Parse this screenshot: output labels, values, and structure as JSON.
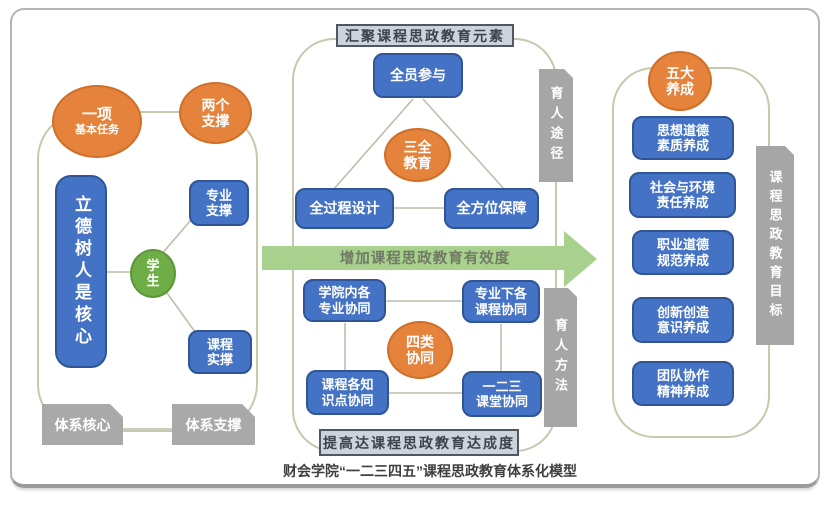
{
  "caption": "财会学院“一二三四五”课程思政教育体系化模型",
  "colors": {
    "box_blue": "#4472c4",
    "box_blue_border": "#2f5597",
    "ellipse_orange": "#e5823b",
    "student_green": "#6fae47",
    "arrow_green": "#a9d18e",
    "tab_gray": "#a6a6a6",
    "panel_outline": "#c6c9ad",
    "banner_fill": "#ccd3dd",
    "banner_border": "#515761"
  },
  "left_panel": {
    "bubble_one": {
      "title": "一项",
      "subtitle": "基本任务"
    },
    "bubble_two": "两个\n支撑",
    "core_box": "立德树人是核心",
    "student_circle": "学\n生",
    "major_support_box": "专业\n支撑",
    "course_support_box": "课程\n实撑",
    "footer_left_tag": "体系核心",
    "footer_right_tag": "体系支撑"
  },
  "middle_panel": {
    "header_banner": "汇聚课程思政教育元素",
    "participation_box": "全员参与",
    "three_all_circle": "三全\n教育",
    "process_box": "全过程设计",
    "guarantee_box": "全方位保障",
    "arrow_label": "增加课程思政教育有效度",
    "college_box": "学院内各\n专业协同",
    "major_box": "专业下各\n课程协同",
    "four_circle": "四类\n协同",
    "knowledge_box": "课程各知\n识点协同",
    "classroom_box": "一二三\n课堂协同",
    "footer_banner": "提高达课程思政教育达成度",
    "tab_top": "育人途径",
    "tab_bottom": "育人方法"
  },
  "right_panel": {
    "five_circle": "五大\n养成",
    "goal_boxes": [
      "思想道德\n素质养成",
      "社会与环境\n责任养成",
      "职业道德\n规范养成",
      "创新创造\n意识养成",
      "团队协作\n精神养成"
    ],
    "tab": "课程思政教育目标"
  }
}
